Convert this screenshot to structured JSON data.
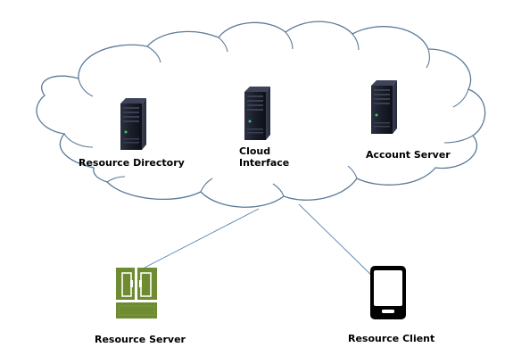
{
  "nodes": {
    "resource_directory": {
      "label": "Resource Directory",
      "icon": "server-tower-icon"
    },
    "cloud_interface": {
      "label_line1": "Cloud",
      "label_line2": "Interface",
      "icon": "server-tower-icon"
    },
    "account_server": {
      "label": "Account Server",
      "icon": "server-tower-icon"
    },
    "resource_server": {
      "label": "Resource Server",
      "icon": "fridge-device-icon"
    },
    "resource_client": {
      "label": "Resource Client",
      "icon": "smartphone-icon"
    }
  },
  "colors": {
    "cloud_stroke": "#5b7a99",
    "link_line": "#5b84b1",
    "server_body": "#1c1f2c",
    "server_led": "#33cc66",
    "device_green": "#6e8b32",
    "phone_black": "#000000"
  }
}
